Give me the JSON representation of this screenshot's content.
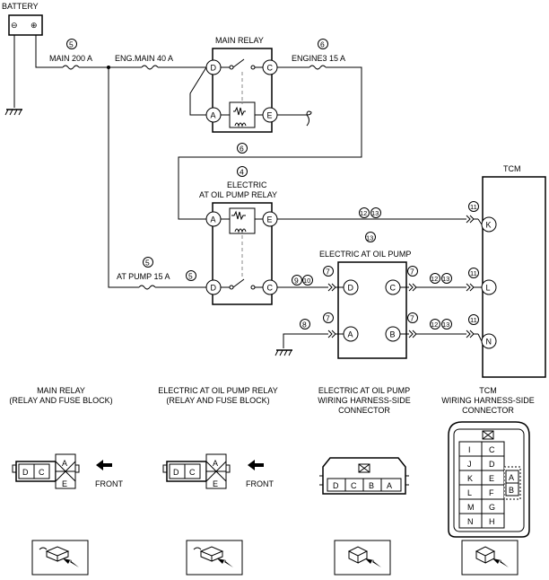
{
  "battery": {
    "label": "BATTERY",
    "minus": "⊖",
    "plus": "⊕"
  },
  "fuses": {
    "main": {
      "label": "MAIN 200 A",
      "num": "5"
    },
    "eng_main": {
      "label": "ENG.MAIN 40 A"
    },
    "engine3": {
      "label": "ENGINE3 15 A",
      "num": "6"
    },
    "at_pump": {
      "label": "AT PUMP 15 A",
      "num": "5",
      "num2": "5"
    }
  },
  "main_relay": {
    "title": "MAIN RELAY",
    "pins": [
      "D",
      "C",
      "A",
      "E"
    ]
  },
  "ep_relay": {
    "num": "4",
    "title1": "ELECTRIC",
    "title2": "AT OIL PUMP RELAY",
    "pins": [
      "A",
      "E",
      "D",
      "C"
    ],
    "num_above": "6"
  },
  "pump": {
    "num": "13",
    "title": "ELECTRIC AT OIL PUMP",
    "pins": [
      "D",
      "C",
      "A",
      "B"
    ]
  },
  "tcm": {
    "title": "TCM",
    "pins": [
      "K",
      "L",
      "N"
    ]
  },
  "wire_nums": {
    "e_k": "12 13",
    "k_side": "11",
    "c_d_a": "9",
    "c_d_b": "10",
    "d_left": "7",
    "c_right": "7",
    "c_l": "12 13",
    "l_side": "11",
    "gnd": "8",
    "a_left": "7",
    "b_right": "7",
    "b_n": "12 13",
    "n_side": "11"
  },
  "connectors": [
    {
      "title": "MAIN RELAY",
      "subtitle": "(RELAY AND FUSE BLOCK)",
      "front": "FRONT",
      "cells": [
        "D",
        "C",
        "A",
        "E"
      ]
    },
    {
      "title": "ELECTRIC AT OIL PUMP RELAY",
      "subtitle": "(RELAY AND FUSE BLOCK)",
      "front": "FRONT",
      "cells": [
        "D",
        "C",
        "A",
        "E"
      ]
    },
    {
      "title": "ELECTRIC AT OIL PUMP",
      "subtitle": "WIRING HARNESS-SIDE",
      "subtitle2": "CONNECTOR",
      "cells": [
        "D",
        "C",
        "B",
        "A"
      ]
    },
    {
      "title": "TCM",
      "subtitle": "WIRING HARNESS-SIDE",
      "subtitle2": "CONNECTOR",
      "cells": [
        "I",
        "C",
        "J",
        "D",
        "K",
        "E",
        "L",
        "F",
        "M",
        "G",
        "N",
        "H",
        "A",
        "B"
      ]
    }
  ]
}
